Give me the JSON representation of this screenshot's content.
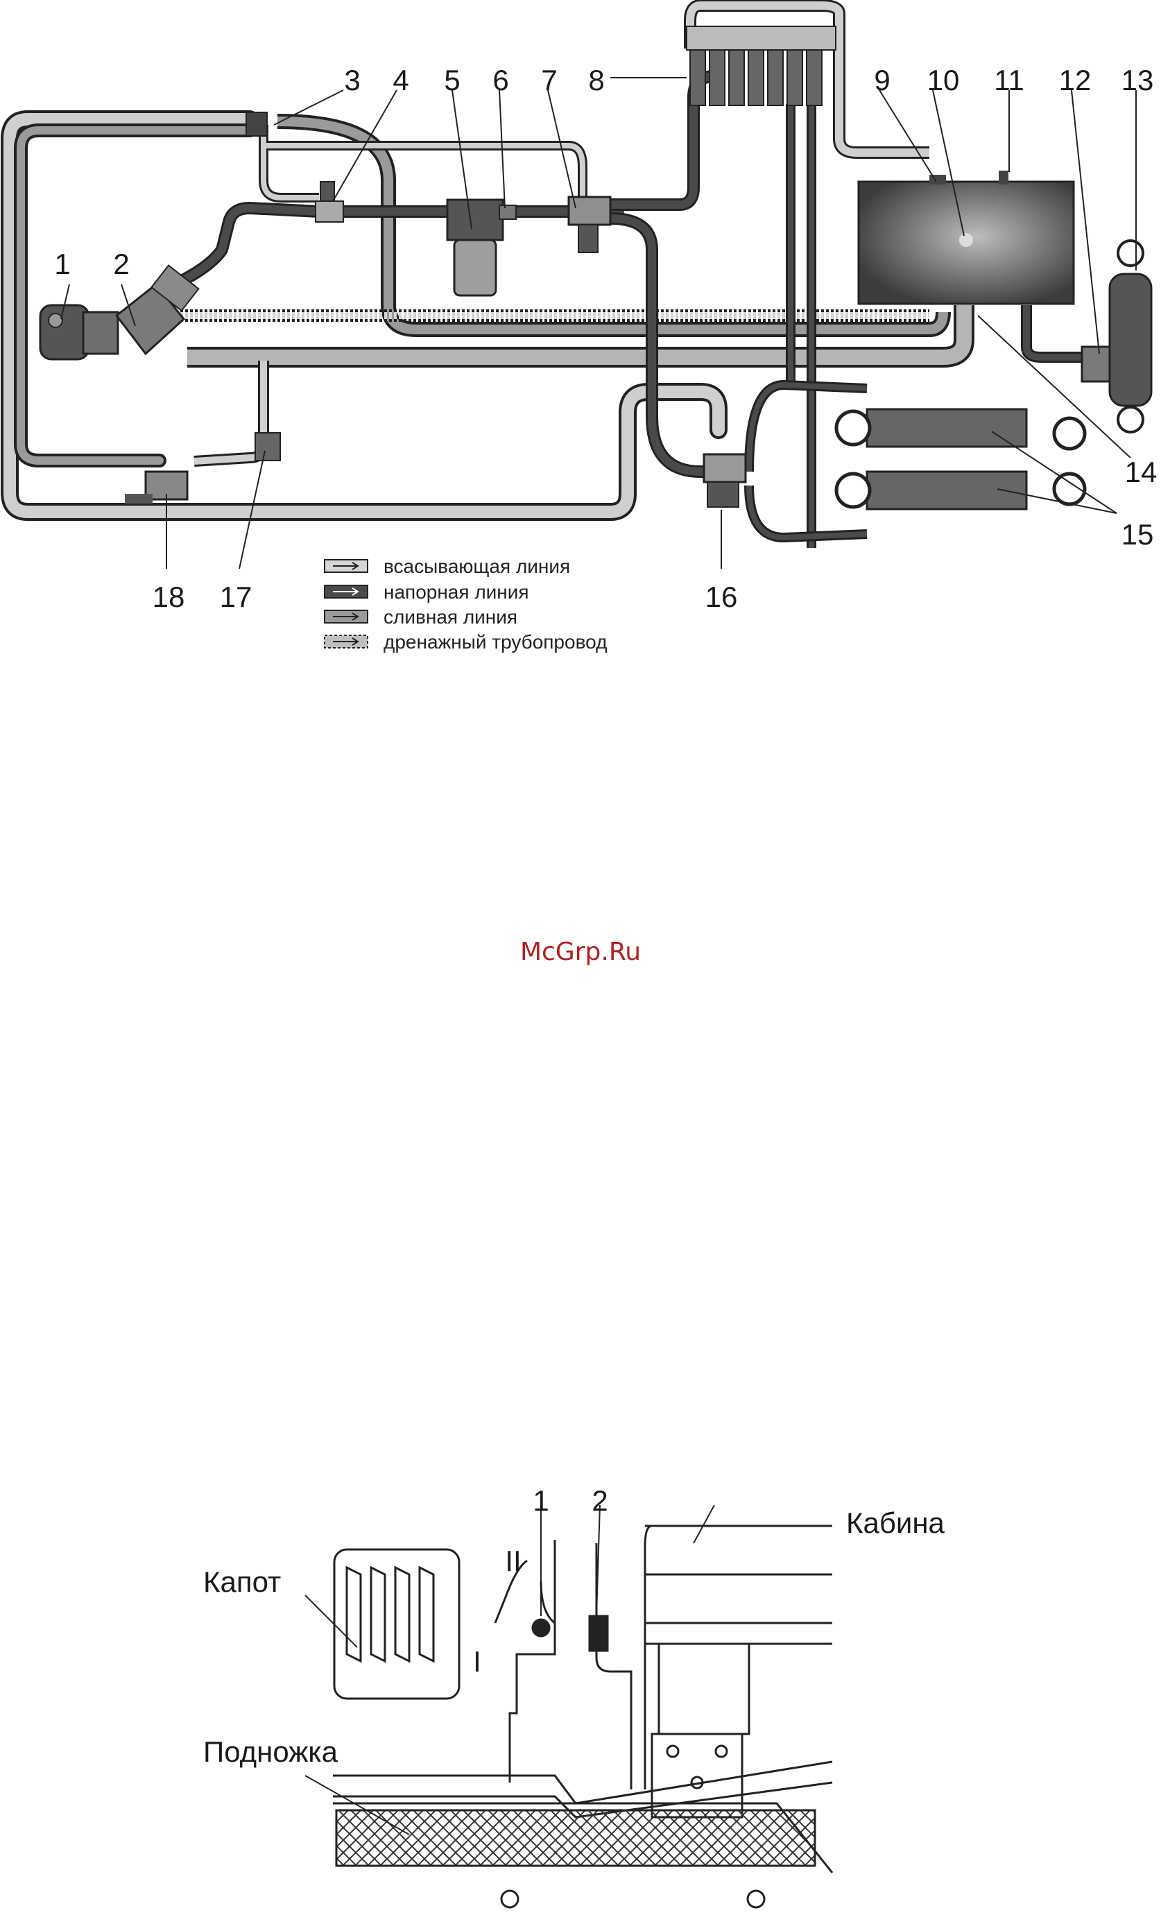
{
  "scheme": {
    "callouts": [
      "1",
      "2",
      "3",
      "4",
      "5",
      "6",
      "7",
      "8",
      "9",
      "10",
      "11",
      "12",
      "13",
      "14",
      "15",
      "16",
      "17",
      "18"
    ],
    "legend": [
      {
        "label": "всасывающая линия",
        "fill": "#d6d6d6"
      },
      {
        "label": "напорная линия",
        "fill": "#4a4a4a"
      },
      {
        "label": "сливная линия",
        "fill": "#9a9a9a"
      },
      {
        "label": "дренажный трубопровод",
        "fill": "#bfbfbf"
      }
    ]
  },
  "watermark": "McGrp.Ru",
  "figure2": {
    "labels": {
      "kapot": "Капот",
      "kabina": "Кабина",
      "podnozhka": "Подножка",
      "pos1": "1",
      "pos2": "2",
      "roman1": "I",
      "roman2": "II"
    }
  },
  "colors": {
    "suction": "#d6d6d6",
    "pressure": "#4a4a4a",
    "drain": "#9a9a9a",
    "outline": "#222222"
  }
}
